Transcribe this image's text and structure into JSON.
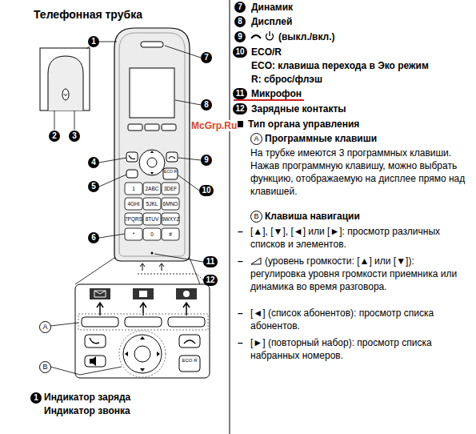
{
  "diagram": {
    "title": "Телефонная трубка",
    "labels": [
      "1",
      "2",
      "3",
      "4",
      "5",
      "6",
      "7",
      "8",
      "9",
      "10",
      "11",
      "12",
      "A",
      "B",
      "1",
      "2ABC",
      "3DEF",
      "4GHI",
      "5JKL",
      "6MNO",
      "7PQRS",
      "8TUV",
      "9WXYZ",
      "*",
      "0",
      "#",
      "ECO R",
      "ECO R",
      "McGrp.Ru",
      "1",
      "Индикатор заряда",
      "Индикатор звонка",
      "7",
      "Динамик",
      "8",
      "Дисплей",
      "9",
      "(выкл./вкл.)",
      "10",
      "ECO/R",
      "ECO: клавиша перехода в Эко режим",
      "R: сброс/флэш",
      "11",
      "Микрофон",
      "12",
      "Зарядные контакты",
      "Тип органа управления",
      "A",
      "Программные клавиши",
      "На трубке имеются 3 программных клавиши. Нажав программную клавишу, можно выбрать функцию, отображаемую на дисплее прямо над клавишей.",
      "B",
      "Клавиша навигации",
      "–",
      "[▲], [▼], [◄] или [►]: просмотр различных списков и элементов.",
      "–",
      "(уровень громкости: [▲] или [▼]): регулировка уровня громкости приемника или динамика во время разговора.",
      "–",
      "[◄] (список абонентов): просмотр списка абонентов.",
      "–",
      "[►] (повторный набор): просмотр списка набранных номеров."
    ]
  }
}
